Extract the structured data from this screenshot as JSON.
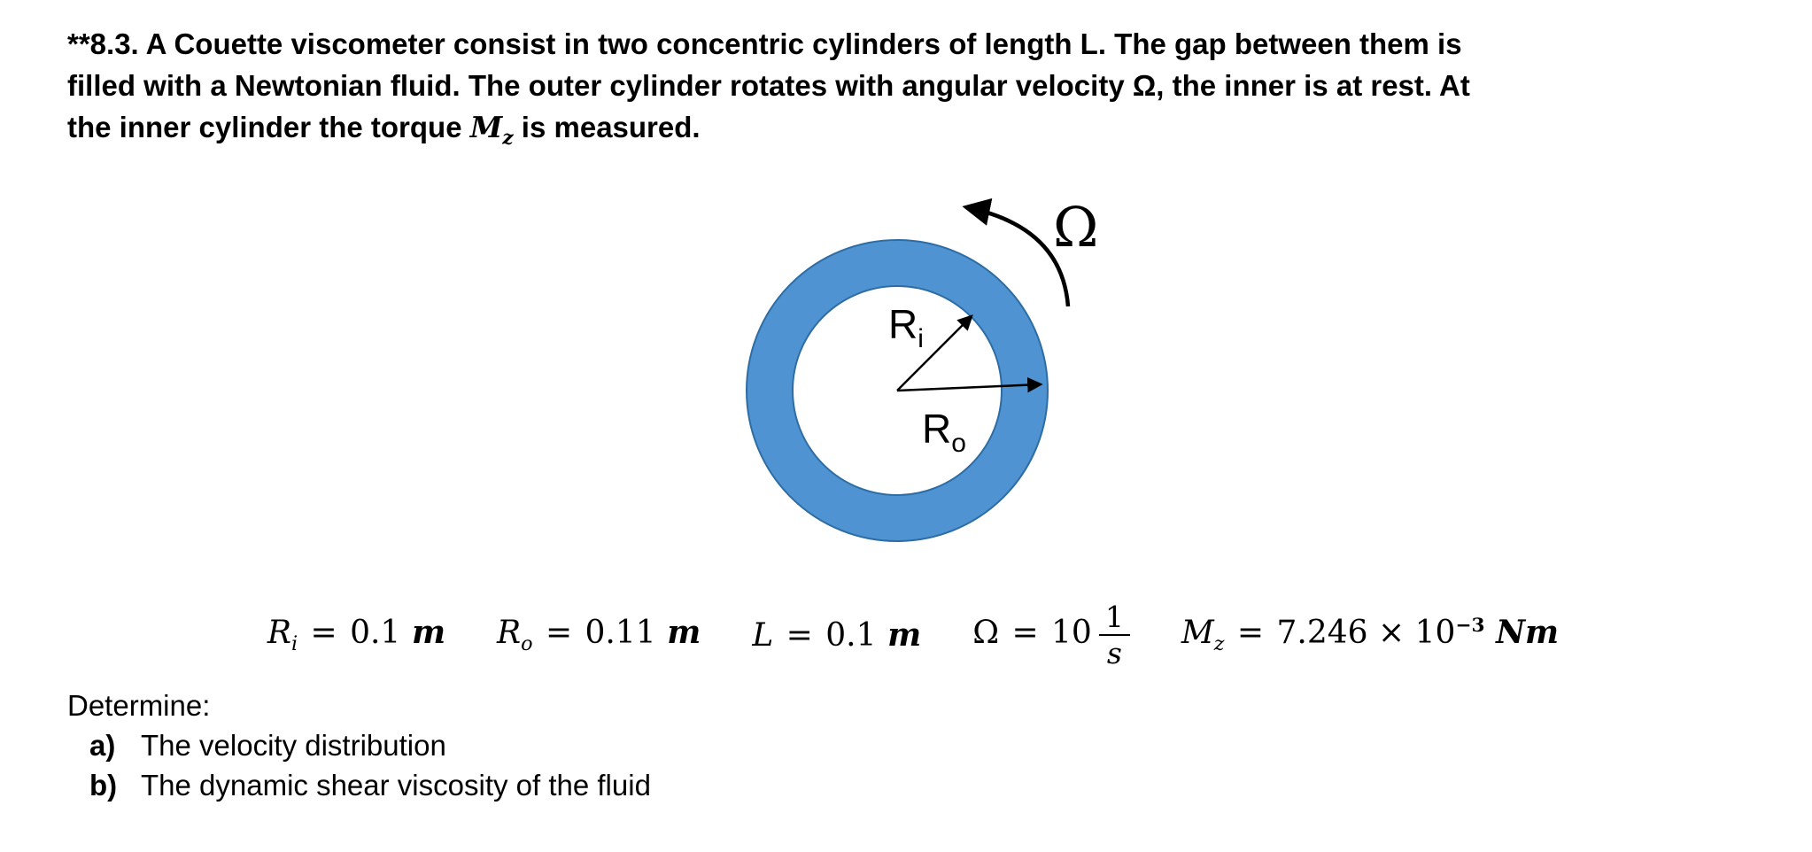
{
  "intro": {
    "number": "**8.3.",
    "line1": " A Couette viscometer consist in two concentric cylinders of length L. The gap between them is",
    "line2": "filled with a Newtonian fluid. The outer cylinder rotates with angular velocity Ω, the inner is at rest. At",
    "line3_before": "the inner cylinder the torque ",
    "torque_symbol": "M",
    "torque_subscript": "z",
    "line3_after": " is measured."
  },
  "diagram": {
    "omega_label": "Ω",
    "inner_radius_label": {
      "base": "R",
      "sub": "i"
    },
    "outer_radius_label": {
      "base": "R",
      "sub": "o"
    },
    "ring_fill": "#4f93d2",
    "ring_stroke": "#2e6da4",
    "arrow_color": "#000000"
  },
  "given": {
    "items": [
      {
        "var": "R",
        "sub": "i",
        "rel": "=",
        "value": "0.1",
        "unit": "m"
      },
      {
        "var": "R",
        "sub": "o",
        "rel": "=",
        "value": "0.11",
        "unit": "m"
      },
      {
        "var": "L",
        "rel": "=",
        "value": "0.1",
        "unit": "m"
      },
      {
        "var": "Ω",
        "rel": "=",
        "value": "10",
        "frac_num": "1",
        "frac_den": "s"
      },
      {
        "var": "M",
        "sub": "z",
        "rel": "=",
        "value": "7.246 × 10",
        "sup": "−3",
        "unit": "Nm"
      }
    ]
  },
  "determine": {
    "heading": "Determine:",
    "items": [
      {
        "label": "a)",
        "text": "The velocity distribution"
      },
      {
        "label": "b)",
        "text": "The dynamic shear viscosity of the fluid"
      }
    ]
  }
}
